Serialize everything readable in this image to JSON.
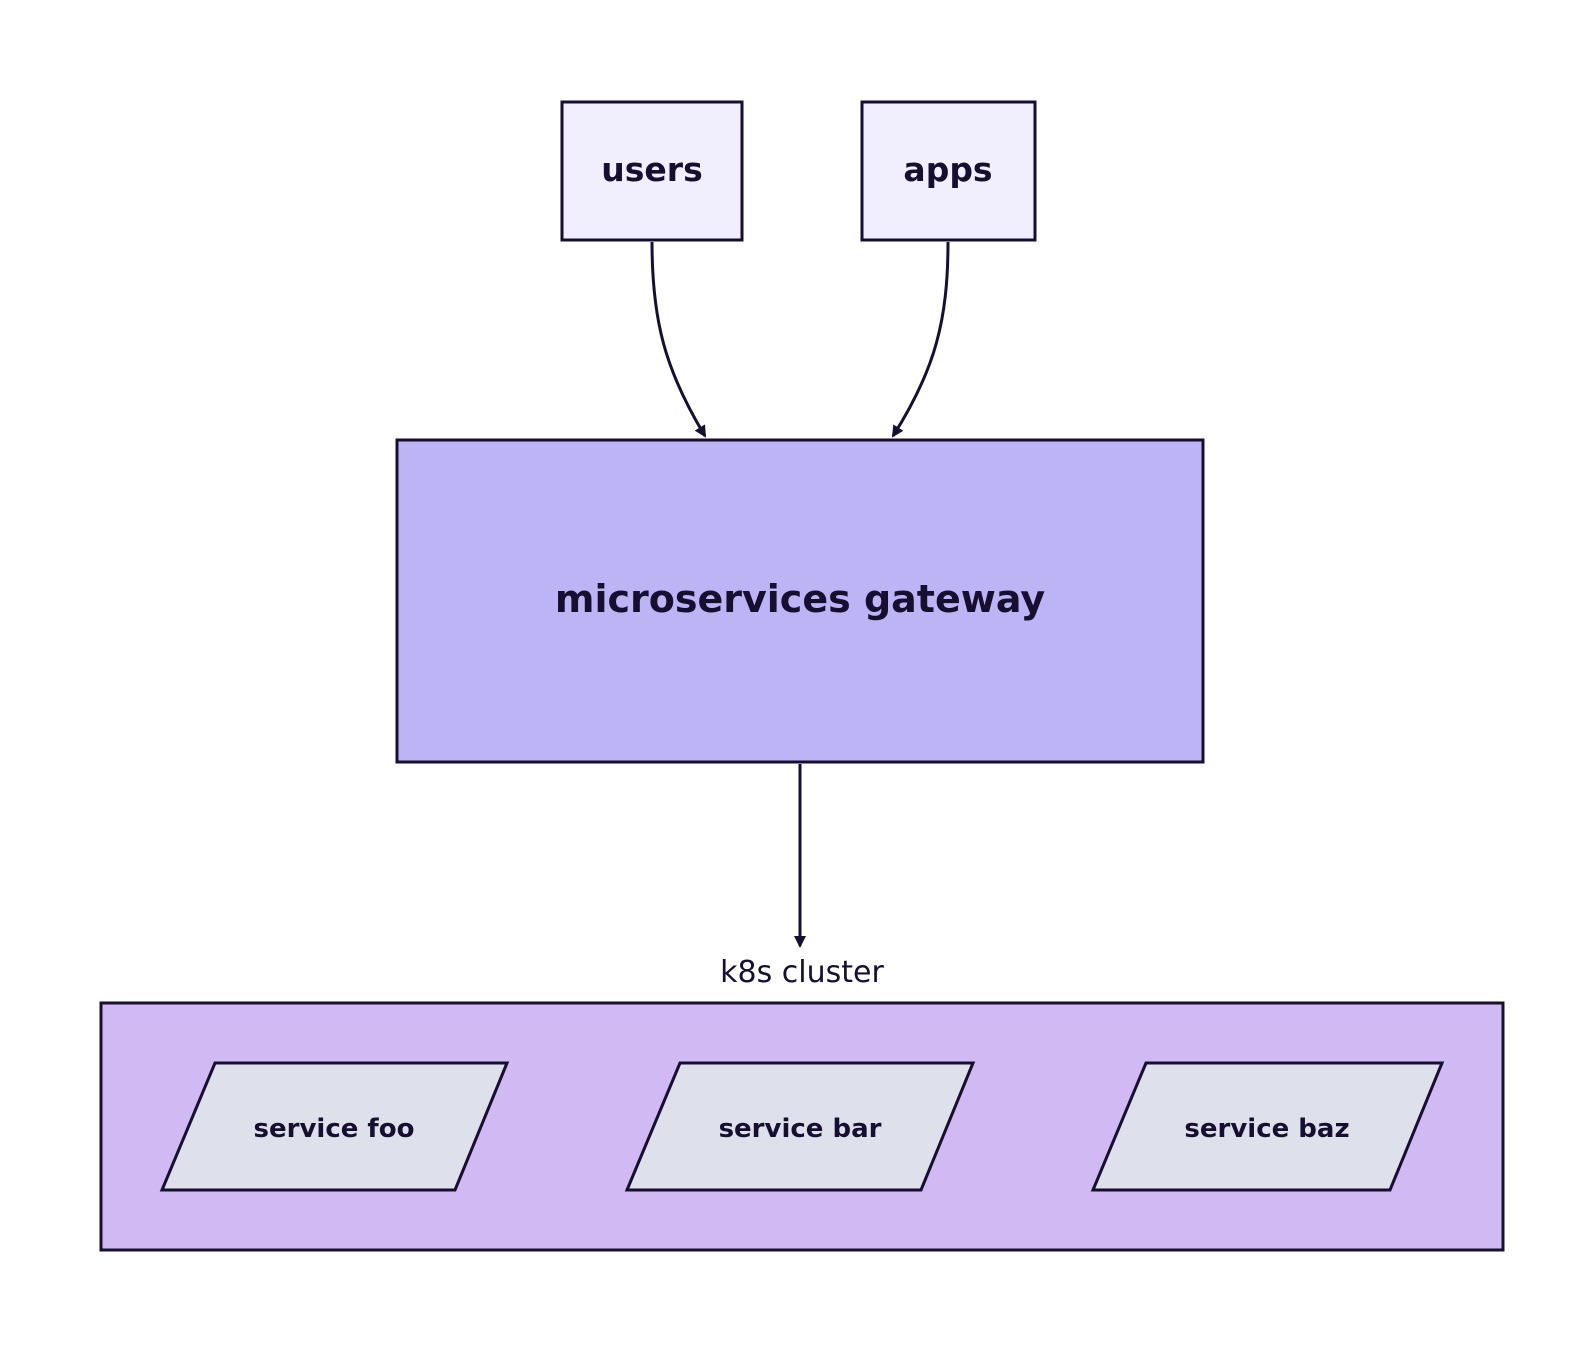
{
  "diagram": {
    "nodes": {
      "users": {
        "label": "users"
      },
      "apps": {
        "label": "apps"
      },
      "gateway": {
        "label": "microservices gateway"
      }
    },
    "cluster": {
      "label": "k8s cluster",
      "services": [
        {
          "label": "service foo"
        },
        {
          "label": "service bar"
        },
        {
          "label": "service baz"
        }
      ]
    },
    "edges": [
      {
        "from": "users",
        "to": "microservices gateway"
      },
      {
        "from": "apps",
        "to": "microservices gateway"
      },
      {
        "from": "microservices gateway",
        "to": "k8s cluster"
      }
    ]
  },
  "colors": {
    "stroke": "#170f2f",
    "source_fill": "#f1effd",
    "gateway_fill": "#bcb4f5",
    "cluster_fill": "#d1b9f3",
    "service_fill": "#dee0ec"
  }
}
